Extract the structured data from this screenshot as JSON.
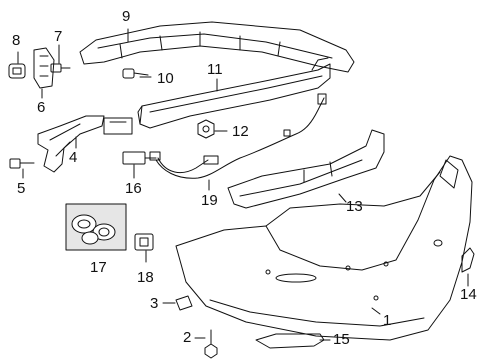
{
  "colors": {
    "line": "#111111",
    "paper": "#ffffff",
    "inset": "#e6e6e6"
  },
  "callouts": {
    "n1": "1",
    "n2": "2",
    "n3": "3",
    "n4": "4",
    "n5": "5",
    "n6": "6",
    "n7": "7",
    "n8": "8",
    "n9": "9",
    "n10": "10",
    "n11": "11",
    "n12": "12",
    "n13": "13",
    "n14": "14",
    "n15": "15",
    "n16": "16",
    "n17": "17",
    "n18": "18",
    "n19": "19"
  }
}
